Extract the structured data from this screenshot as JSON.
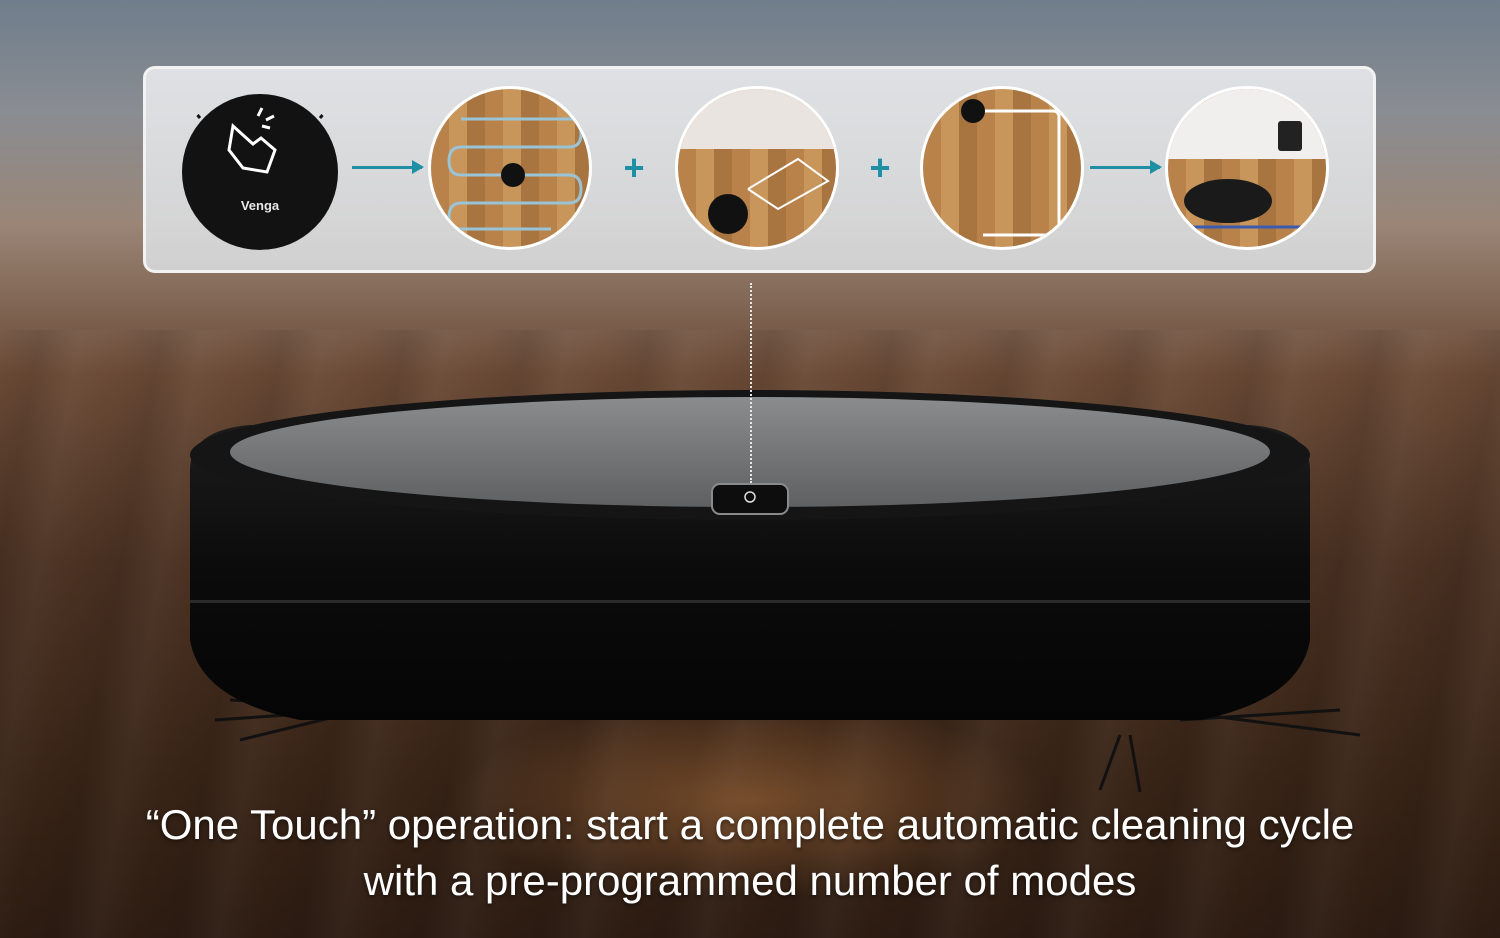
{
  "caption": {
    "line1": "“One Touch” operation: start a complete automatic cleaning cycle",
    "line2": "with a pre-programmed number of modes"
  },
  "steps": [
    {
      "label": "Venga"
    }
  ],
  "colors": {
    "accent": "#1f8fa6",
    "robot_body": "#111111",
    "robot_top": "#6b6e70"
  },
  "icons": [
    "touch-hand-icon",
    "arrow-right-icon",
    "plus-icon"
  ]
}
